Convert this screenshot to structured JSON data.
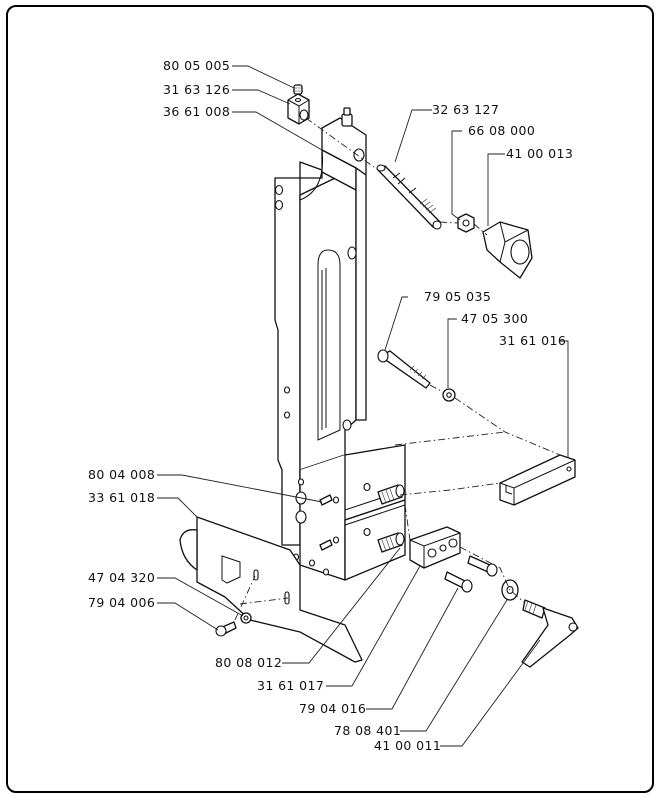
{
  "diagram": {
    "type": "exploded-parts-drawing",
    "labels": [
      {
        "id": "p1",
        "part_no": "80 05 005"
      },
      {
        "id": "p2",
        "part_no": "31 63 126"
      },
      {
        "id": "p3",
        "part_no": "36 61 008"
      },
      {
        "id": "p4",
        "part_no": "32 63 127"
      },
      {
        "id": "p5",
        "part_no": "66 08 000"
      },
      {
        "id": "p6",
        "part_no": "41 00 013"
      },
      {
        "id": "p7",
        "part_no": "79 05 035"
      },
      {
        "id": "p8",
        "part_no": "47 05 300"
      },
      {
        "id": "p9",
        "part_no": "31 61 016"
      },
      {
        "id": "p10",
        "part_no": "80 04 008"
      },
      {
        "id": "p11",
        "part_no": "33 61 018"
      },
      {
        "id": "p12",
        "part_no": "47 04 320"
      },
      {
        "id": "p13",
        "part_no": "79 04 006"
      },
      {
        "id": "p14",
        "part_no": "80 08 012"
      },
      {
        "id": "p15",
        "part_no": "31 61 017"
      },
      {
        "id": "p16",
        "part_no": "79 04 016"
      },
      {
        "id": "p17",
        "part_no": "78 08 401"
      },
      {
        "id": "p18",
        "part_no": "41 00 011"
      }
    ]
  }
}
